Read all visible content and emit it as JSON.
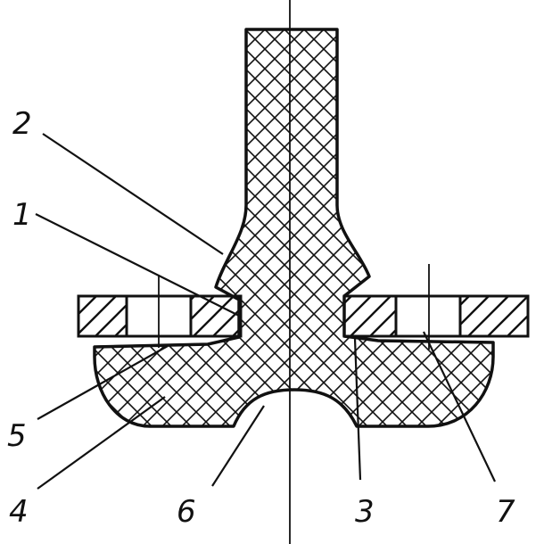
{
  "figure": {
    "colors": {
      "ink": "#111111",
      "paper": "#ffffff"
    },
    "callouts": [
      {
        "id": "c1",
        "label": "1"
      },
      {
        "id": "c2",
        "label": "2"
      },
      {
        "id": "c3",
        "label": "3"
      },
      {
        "id": "c4",
        "label": "4"
      },
      {
        "id": "c5",
        "label": "5"
      },
      {
        "id": "c6",
        "label": "6"
      },
      {
        "id": "c7",
        "label": "7"
      }
    ]
  }
}
